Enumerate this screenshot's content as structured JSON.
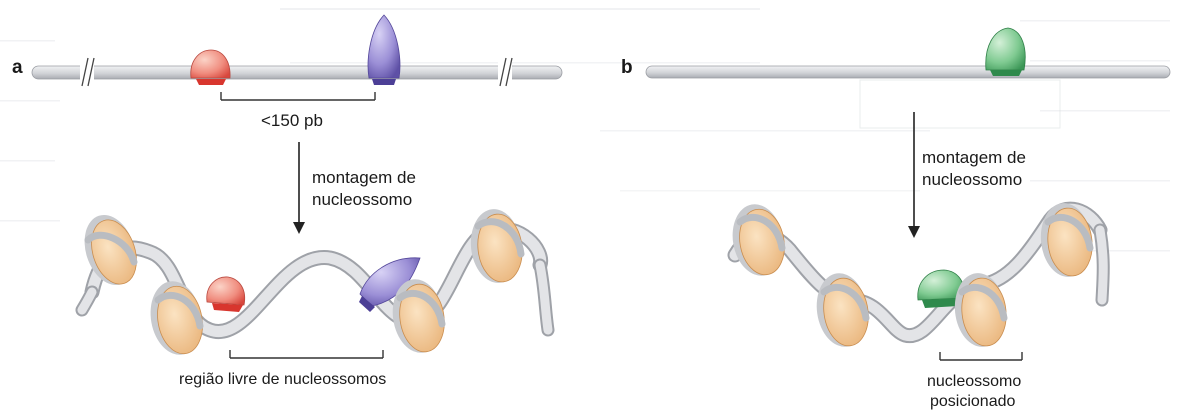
{
  "panel_a": {
    "label": "a",
    "distance_label": "<150  pb",
    "arrow_label_line1": "montagem de",
    "arrow_label_line2": "nucleossomo",
    "bottom_label": "região livre de nucleossomos"
  },
  "panel_b": {
    "label": "b",
    "arrow_label_line1": "montagem de",
    "arrow_label_line2": "nucleossomo",
    "bottom_label_line1": "nucleossomo",
    "bottom_label_line2": "posicionado"
  },
  "colors": {
    "dna": "#d4d5d8",
    "histone": "#f3c998",
    "red_factor": "#e26058",
    "purple_factor": "#7e6fc2",
    "green_factor": "#5fb477"
  }
}
